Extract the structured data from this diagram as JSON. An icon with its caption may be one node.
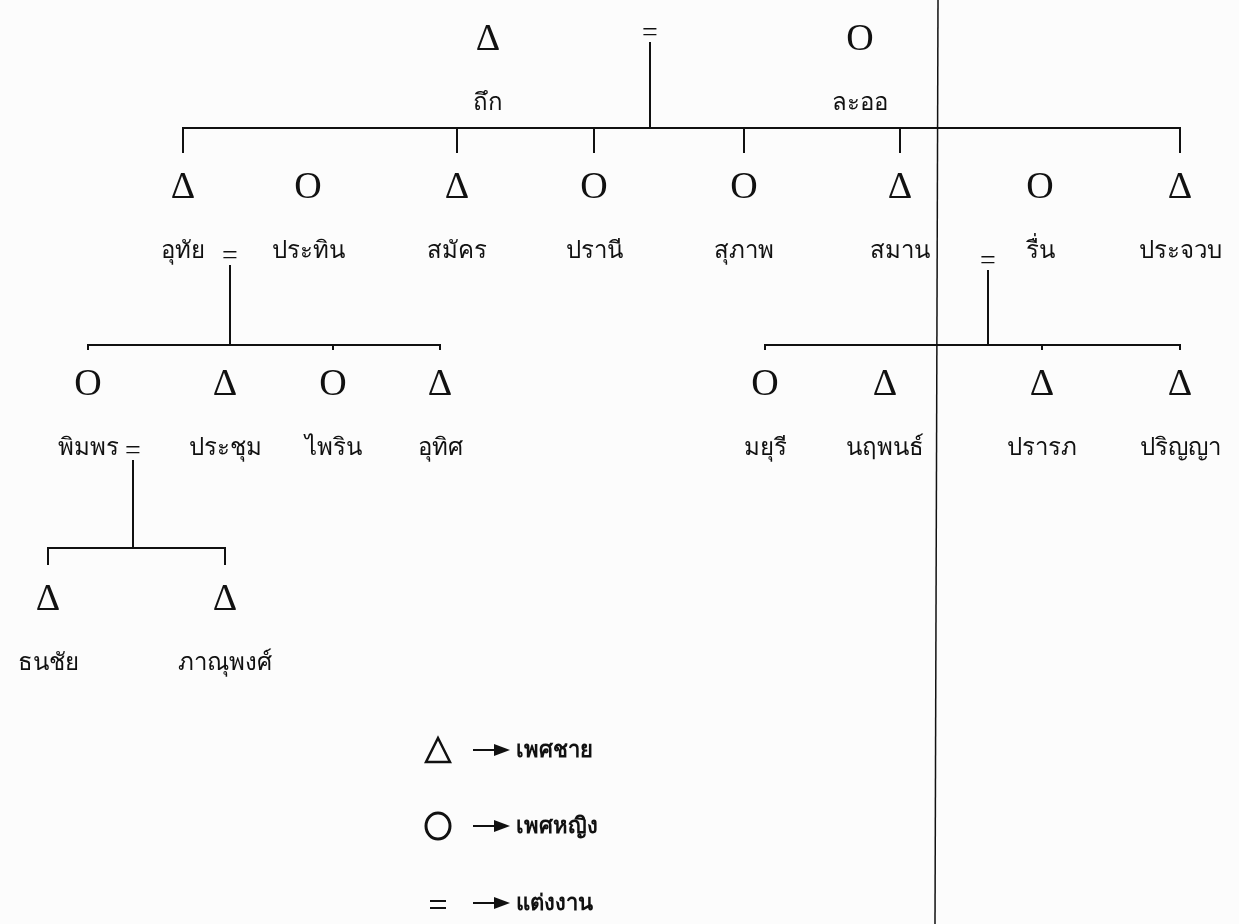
{
  "diagram": {
    "nodes": [
      {
        "text": [
          "Δ",
          "ถึก"
        ]
      },
      {
        "text": [
          "="
        ]
      },
      {
        "text": [
          "O",
          "ละออ"
        ]
      },
      {
        "text": [
          "Δ",
          "อุทัย"
        ]
      },
      {
        "text": [
          "="
        ]
      },
      {
        "text": [
          "O",
          "ประทิน"
        ]
      },
      {
        "text": [
          "Δ",
          "สมัคร"
        ]
      },
      {
        "text": [
          "O",
          "ปรานี"
        ]
      },
      {
        "text": [
          "O",
          "สุภาพ"
        ]
      },
      {
        "text": [
          "Δ",
          "สมาน"
        ]
      },
      {
        "text": [
          "="
        ]
      },
      {
        "text": [
          "O",
          "รื่น"
        ]
      },
      {
        "text": [
          "Δ",
          "ประจวบ"
        ]
      },
      {
        "text": [
          "O",
          "พิมพร"
        ]
      },
      {
        "text": [
          "="
        ]
      },
      {
        "text": [
          "Δ",
          "ประชุม"
        ]
      },
      {
        "text": [
          "O",
          "ไพริน"
        ]
      },
      {
        "text": [
          "Δ",
          "อุทิศ"
        ]
      },
      {
        "text": [
          "O",
          "มยุรี"
        ]
      },
      {
        "text": [
          "Δ",
          "นฤพนธ์"
        ]
      },
      {
        "text": [
          "Δ",
          "ปรารภ"
        ]
      },
      {
        "text": [
          "Δ",
          "ปริญญา"
        ]
      },
      {
        "text": [
          "Δ",
          "ธนชัย"
        ]
      },
      {
        "text": [
          "Δ",
          "ภาณุพงศ์"
        ]
      }
    ],
    "edges": [
      {
        "from": 1,
        "to": 3,
        "arrow": "none"
      },
      {
        "from": 1,
        "to": 6,
        "arrow": "none"
      },
      {
        "from": 1,
        "to": 7,
        "arrow": "none"
      },
      {
        "from": 1,
        "to": 8,
        "arrow": "none"
      },
      {
        "from": 1,
        "to": 9,
        "arrow": "none"
      },
      {
        "from": 1,
        "to": 12,
        "arrow": "none"
      },
      {
        "from": 4,
        "to": 13,
        "arrow": "none"
      },
      {
        "from": 4,
        "to": 16,
        "arrow": "none"
      },
      {
        "from": 4,
        "to": 17,
        "arrow": "none"
      },
      {
        "from": 10,
        "to": 18,
        "arrow": "none"
      },
      {
        "from": 10,
        "to": 20,
        "arrow": "none"
      },
      {
        "from": 10,
        "to": 21,
        "arrow": "none"
      },
      {
        "from": 14,
        "to": 22,
        "arrow": "none"
      },
      {
        "from": 14,
        "to": 23,
        "arrow": "none"
      }
    ],
    "legend": [
      {
        "text": "เพศชาย"
      },
      {
        "text": "เพศหญิง"
      },
      {
        "text": "แต่งงาน"
      }
    ]
  }
}
